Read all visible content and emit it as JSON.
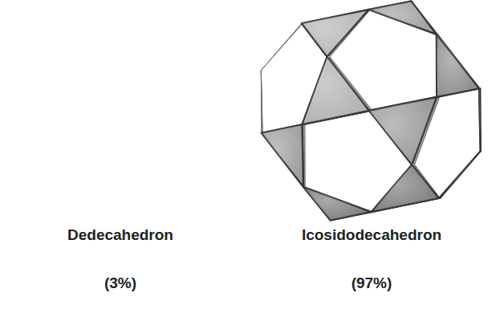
{
  "diagram": {
    "labels": [
      "Dedecahedron",
      "(3%)",
      "Icosidodecahedron",
      "(97%)"
    ]
  }
}
